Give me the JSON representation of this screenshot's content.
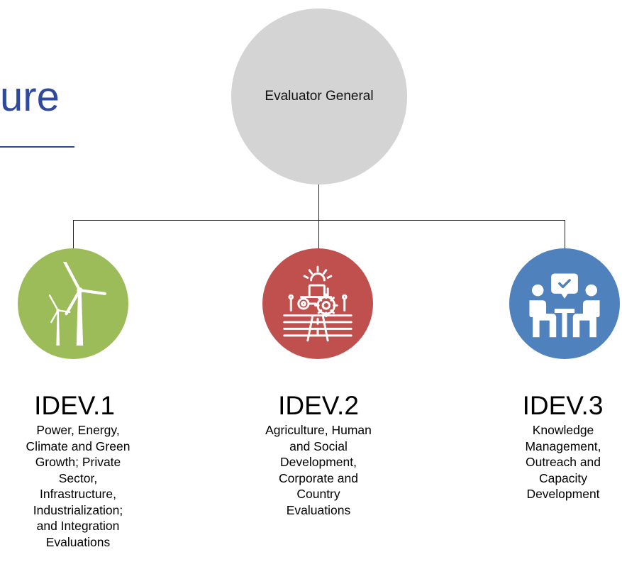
{
  "title_fragment": "ure",
  "colors": {
    "title": "#2f4a9c",
    "root_node": "#d4d4d4",
    "unit1": "#9cbc5a",
    "unit2": "#c0504d",
    "unit3": "#4f81bd"
  },
  "root": {
    "label": "Evaluator General"
  },
  "units": [
    {
      "code": "IDEV.1",
      "icon": "wind-turbine-icon",
      "description_lines": [
        "Power, Energy,",
        "Climate and Green",
        "Growth; Private",
        "Sector,",
        "Infrastructure,",
        "Industrialization;",
        "and Integration",
        "Evaluations"
      ]
    },
    {
      "code": "IDEV.2",
      "icon": "tractor-field-icon",
      "description_lines": [
        "Agriculture, Human",
        "and Social",
        "Development,",
        "Corporate and",
        "Country",
        "Evaluations"
      ]
    },
    {
      "code": "IDEV.3",
      "icon": "meeting-people-icon",
      "description_lines": [
        "Knowledge",
        "Management,",
        "Outreach and",
        "Capacity",
        "Development"
      ]
    }
  ]
}
